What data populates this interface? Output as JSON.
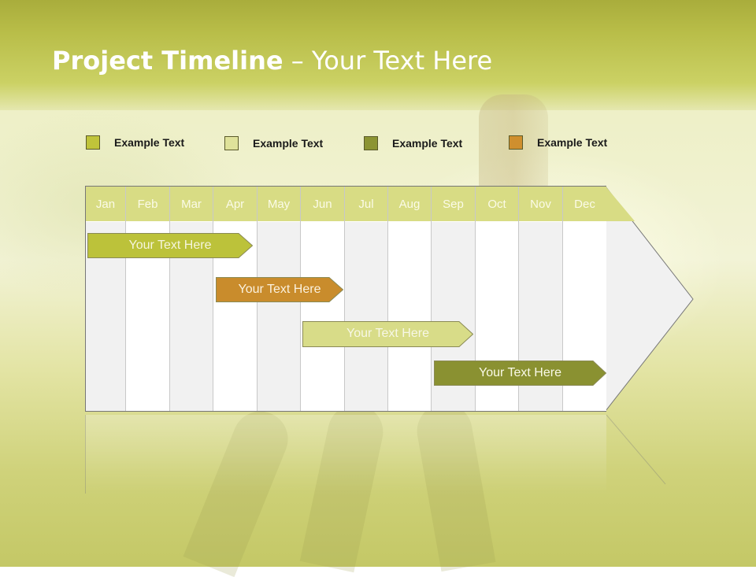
{
  "title": {
    "bold": "Project Timeline",
    "rest": " – Your Text Here"
  },
  "legend": [
    {
      "label": "Example Text",
      "color": "#c0c43a"
    },
    {
      "label": "Example Text",
      "color": "#dfe29a"
    },
    {
      "label": "Example Text",
      "color": "#8c9433"
    },
    {
      "label": "Example Text",
      "color": "#cf8f2e"
    }
  ],
  "months": [
    "Jan",
    "Feb",
    "Mar",
    "Apr",
    "May",
    "Jun",
    "Jul",
    "Aug",
    "Sep",
    "Oct",
    "Nov",
    "Dec"
  ],
  "tasks": [
    {
      "label": "Your  Text Here",
      "color": "#bcc23a",
      "text_color": "#f5f5dd"
    },
    {
      "label": "Your  Text Here",
      "color": "#c98c2c",
      "text_color": "#fbf1dd"
    },
    {
      "label": "Your  Text Here",
      "color": "#d8dc88",
      "text_color": "#f7f7e6"
    },
    {
      "label": "Your  Text Here",
      "color": "#8a9131",
      "text_color": "#fafae8"
    }
  ]
}
